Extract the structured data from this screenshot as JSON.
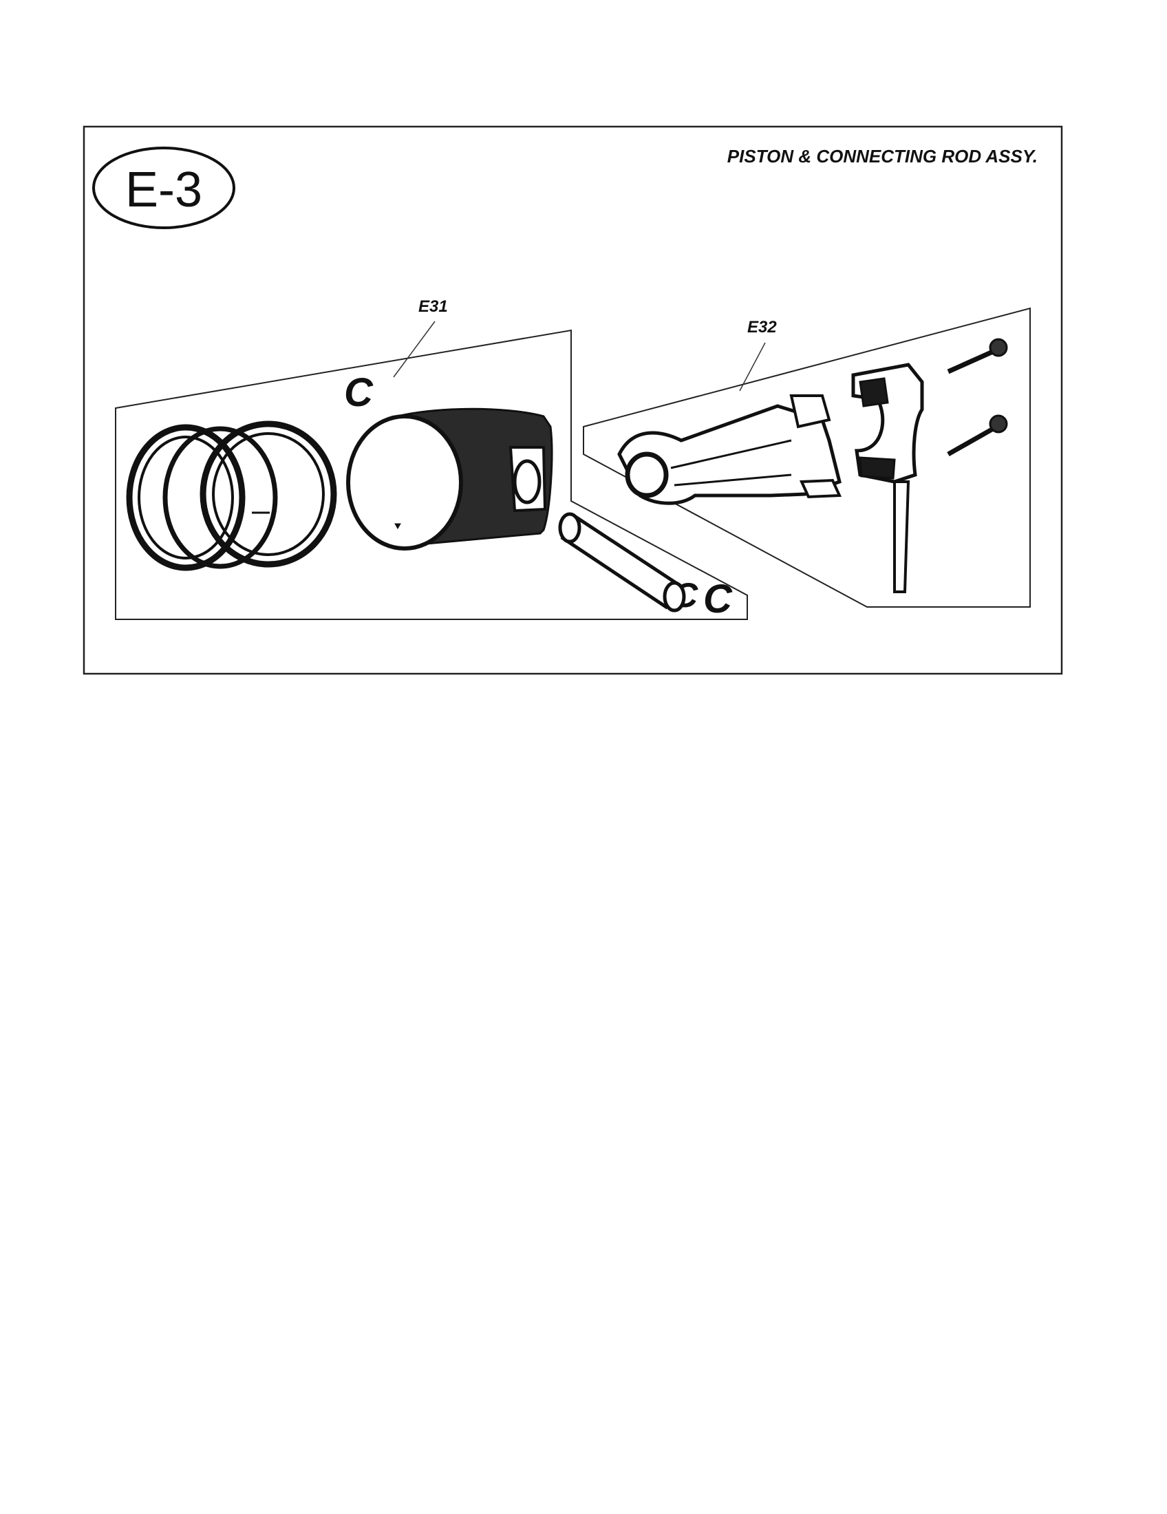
{
  "figure": {
    "badge": "E-3",
    "title": "PISTON & CONNECTING ROD ASSY.",
    "callouts": {
      "piston_group": "E31",
      "rod_group": "E32"
    },
    "clip_marks": [
      "C",
      "C",
      "C"
    ]
  }
}
